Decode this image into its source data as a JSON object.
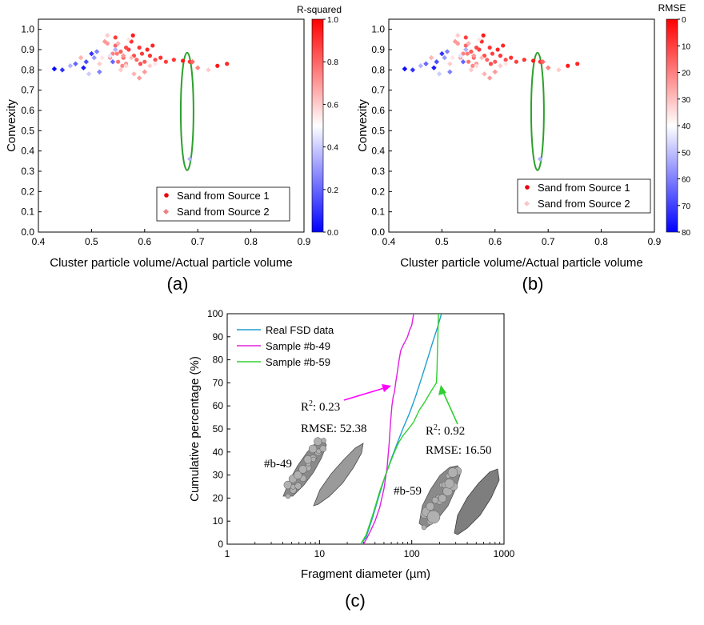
{
  "panels": [
    {
      "label": "(a)",
      "colorbar": {
        "title": "R-squared",
        "ticks": [
          "1.0",
          "0.8",
          "0.6",
          "0.4",
          "0.2",
          "0.0"
        ]
      },
      "legend": [
        "Sand from Source 1",
        "Sand from Source 2"
      ]
    },
    {
      "label": "(b)",
      "colorbar": {
        "title": "RMSE",
        "ticks": [
          "0",
          "10",
          "20",
          "30",
          "40",
          "50",
          "60",
          "70",
          "80"
        ]
      },
      "legend": [
        "Sand from Source 1",
        "Sand from Source 2"
      ]
    },
    {
      "label": "(c)",
      "annotations": {
        "a49_r2": "0.23",
        "a49_rmse": "RMSE: 52.38",
        "a59_r2": "0.92",
        "a59_rmse": "RMSE: 16.50",
        "r2_prefix": "R",
        "inset49": "#b-49",
        "inset59": "#b-59"
      }
    }
  ],
  "chart_data": [
    {
      "type": "scatter",
      "xlabel": "Cluster particle volume/Actual particle volume",
      "ylabel": "Convexity",
      "xlim": [
        0.4,
        0.9
      ],
      "ylim": [
        0.0,
        1.05
      ],
      "xticks": [
        "0.4",
        "0.5",
        "0.6",
        "0.7",
        "0.8",
        "0.9"
      ],
      "yticks": [
        "0.0",
        "0.1",
        "0.2",
        "0.3",
        "0.4",
        "0.5",
        "0.6",
        "0.7",
        "0.8",
        "0.9",
        "1.0"
      ],
      "color_variable": "R-squared",
      "color_range": [
        0.0,
        1.0
      ],
      "highlight": {
        "shape": "ellipse",
        "color": "#2ca02c",
        "cx": 0.68,
        "cy": 0.595,
        "rx": 0.012,
        "ry": 0.29
      },
      "series": [
        {
          "name": "Sand from Source 1",
          "marker": "circle",
          "points": [
            [
              0.52,
              0.91,
              0.5
            ],
            [
              0.535,
              0.86,
              0.7
            ],
            [
              0.54,
              0.88,
              0.75
            ],
            [
              0.545,
              0.92,
              0.8
            ],
            [
              0.55,
              0.84,
              0.78
            ],
            [
              0.555,
              0.89,
              0.82
            ],
            [
              0.56,
              0.86,
              0.8
            ],
            [
              0.565,
              0.83,
              0.72
            ],
            [
              0.57,
              0.9,
              0.88
            ],
            [
              0.575,
              0.94,
              0.9
            ],
            [
              0.578,
              0.97,
              0.95
            ],
            [
              0.58,
              0.87,
              0.85
            ],
            [
              0.585,
              0.85,
              0.8
            ],
            [
              0.59,
              0.91,
              0.9
            ],
            [
              0.595,
              0.88,
              0.88
            ],
            [
              0.6,
              0.84,
              0.82
            ],
            [
              0.605,
              0.9,
              0.92
            ],
            [
              0.61,
              0.87,
              0.9
            ],
            [
              0.615,
              0.92,
              0.93
            ],
            [
              0.62,
              0.85,
              0.85
            ],
            [
              0.63,
              0.86,
              0.9
            ],
            [
              0.64,
              0.84,
              0.88
            ],
            [
              0.655,
              0.85,
              0.9
            ],
            [
              0.672,
              0.845,
              0.95
            ],
            [
              0.685,
              0.84,
              0.9
            ],
            [
              0.737,
              0.82,
              0.95
            ],
            [
              0.755,
              0.83,
              0.92
            ],
            [
              0.545,
              0.96,
              0.88
            ],
            [
              0.53,
              0.93,
              0.7
            ],
            [
              0.565,
              0.91,
              0.86
            ],
            [
              0.558,
              0.82,
              0.74
            ],
            [
              0.548,
              0.88,
              0.76
            ],
            [
              0.592,
              0.83,
              0.85
            ]
          ]
        },
        {
          "name": "Sand from Source 2",
          "marker": "diamond",
          "points": [
            [
              0.43,
              0.805,
              0.02
            ],
            [
              0.445,
              0.8,
              0.1
            ],
            [
              0.46,
              0.82,
              0.35
            ],
            [
              0.47,
              0.83,
              0.2
            ],
            [
              0.48,
              0.86,
              0.65
            ],
            [
              0.485,
              0.81,
              0.05
            ],
            [
              0.49,
              0.84,
              0.15
            ],
            [
              0.495,
              0.78,
              0.4
            ],
            [
              0.5,
              0.88,
              0.1
            ],
            [
              0.505,
              0.86,
              0.3
            ],
            [
              0.51,
              0.89,
              0.25
            ],
            [
              0.515,
              0.83,
              0.6
            ],
            [
              0.52,
              0.86,
              0.55
            ],
            [
              0.525,
              0.94,
              0.7
            ],
            [
              0.53,
              0.97,
              0.6
            ],
            [
              0.535,
              0.87,
              0.45
            ],
            [
              0.54,
              0.84,
              0.2
            ],
            [
              0.545,
              0.9,
              0.35
            ],
            [
              0.55,
              0.93,
              0.65
            ],
            [
              0.555,
              0.8,
              0.6
            ],
            [
              0.56,
              0.87,
              0.7
            ],
            [
              0.57,
              0.95,
              0.55
            ],
            [
              0.58,
              0.78,
              0.65
            ],
            [
              0.6,
              0.79,
              0.7
            ],
            [
              0.61,
              0.82,
              0.6
            ],
            [
              0.62,
              0.83,
              0.55
            ],
            [
              0.685,
              0.36,
              0.35
            ],
            [
              0.69,
              0.84,
              0.8
            ],
            [
              0.7,
              0.81,
              0.75
            ],
            [
              0.72,
              0.8,
              0.6
            ],
            [
              0.565,
              0.82,
              0.58
            ],
            [
              0.515,
              0.79,
              0.25
            ],
            [
              0.575,
              0.86,
              0.62
            ],
            [
              0.59,
              0.76,
              0.7
            ]
          ]
        }
      ]
    },
    {
      "type": "scatter",
      "xlabel": "Cluster particle volume/Actual particle volume",
      "ylabel": "Convexity",
      "xlim": [
        0.4,
        0.9
      ],
      "ylim": [
        0.0,
        1.05
      ],
      "xticks": [
        "0.4",
        "0.5",
        "0.6",
        "0.7",
        "0.8",
        "0.9"
      ],
      "yticks": [
        "0.0",
        "0.1",
        "0.2",
        "0.3",
        "0.4",
        "0.5",
        "0.6",
        "0.7",
        "0.8",
        "0.9",
        "1.0"
      ],
      "color_variable": "RMSE",
      "color_range": [
        0,
        80
      ],
      "highlight": {
        "shape": "ellipse",
        "color": "#2ca02c",
        "cx": 0.68,
        "cy": 0.595,
        "rx": 0.012,
        "ry": 0.29
      },
      "series": [
        {
          "name": "Sand from Source 1",
          "marker": "circle",
          "points": [
            [
              0.52,
              0.91,
              40
            ],
            [
              0.535,
              0.86,
              25
            ],
            [
              0.54,
              0.88,
              20
            ],
            [
              0.545,
              0.92,
              16
            ],
            [
              0.55,
              0.84,
              18
            ],
            [
              0.555,
              0.89,
              14
            ],
            [
              0.56,
              0.86,
              16
            ],
            [
              0.565,
              0.83,
              22
            ],
            [
              0.57,
              0.9,
              10
            ],
            [
              0.575,
              0.94,
              8
            ],
            [
              0.578,
              0.97,
              4
            ],
            [
              0.58,
              0.87,
              12
            ],
            [
              0.585,
              0.85,
              16
            ],
            [
              0.59,
              0.91,
              8
            ],
            [
              0.595,
              0.88,
              10
            ],
            [
              0.6,
              0.84,
              14
            ],
            [
              0.605,
              0.9,
              6
            ],
            [
              0.61,
              0.87,
              8
            ],
            [
              0.615,
              0.92,
              6
            ],
            [
              0.62,
              0.85,
              12
            ],
            [
              0.63,
              0.86,
              8
            ],
            [
              0.64,
              0.84,
              10
            ],
            [
              0.655,
              0.85,
              8
            ],
            [
              0.672,
              0.845,
              4
            ],
            [
              0.685,
              0.84,
              8
            ],
            [
              0.737,
              0.82,
              4
            ],
            [
              0.755,
              0.83,
              6
            ],
            [
              0.545,
              0.96,
              10
            ],
            [
              0.53,
              0.93,
              24
            ],
            [
              0.565,
              0.91,
              11
            ],
            [
              0.558,
              0.82,
              21
            ],
            [
              0.548,
              0.88,
              19
            ],
            [
              0.592,
              0.83,
              12
            ]
          ]
        },
        {
          "name": "Sand from Source 2",
          "marker": "diamond",
          "points": [
            [
              0.43,
              0.805,
              78
            ],
            [
              0.445,
              0.8,
              72
            ],
            [
              0.46,
              0.82,
              52
            ],
            [
              0.47,
              0.83,
              64
            ],
            [
              0.48,
              0.86,
              28
            ],
            [
              0.485,
              0.81,
              76
            ],
            [
              0.49,
              0.84,
              68
            ],
            [
              0.495,
              0.78,
              48
            ],
            [
              0.5,
              0.88,
              72
            ],
            [
              0.505,
              0.86,
              56
            ],
            [
              0.51,
              0.89,
              60
            ],
            [
              0.515,
              0.83,
              32
            ],
            [
              0.52,
              0.86,
              36
            ],
            [
              0.525,
              0.94,
              24
            ],
            [
              0.53,
              0.97,
              32
            ],
            [
              0.535,
              0.87,
              44
            ],
            [
              0.54,
              0.84,
              64
            ],
            [
              0.545,
              0.9,
              52
            ],
            [
              0.55,
              0.93,
              28
            ],
            [
              0.555,
              0.8,
              32
            ],
            [
              0.56,
              0.87,
              24
            ],
            [
              0.57,
              0.95,
              36
            ],
            [
              0.58,
              0.78,
              28
            ],
            [
              0.6,
              0.79,
              24
            ],
            [
              0.61,
              0.82,
              32
            ],
            [
              0.62,
              0.83,
              36
            ],
            [
              0.685,
              0.36,
              52
            ],
            [
              0.69,
              0.84,
              16
            ],
            [
              0.7,
              0.81,
              20
            ],
            [
              0.72,
              0.8,
              32
            ],
            [
              0.565,
              0.82,
              34
            ],
            [
              0.515,
              0.79,
              60
            ],
            [
              0.575,
              0.86,
              30
            ],
            [
              0.59,
              0.76,
              24
            ]
          ]
        }
      ]
    },
    {
      "type": "line",
      "xlabel": "Fragment diameter (µm)",
      "ylabel": "Cumulative percentage (%)",
      "xscale": "log",
      "xlim": [
        1,
        1000
      ],
      "ylim": [
        0,
        100
      ],
      "xticks": [
        "1",
        "10",
        "100",
        "1000"
      ],
      "yticks": [
        "0",
        "10",
        "20",
        "30",
        "40",
        "50",
        "60",
        "70",
        "80",
        "90",
        "100"
      ],
      "series": [
        {
          "name": "Real FSD data",
          "color": "#1f9fd0",
          "points": [
            [
              28,
              0
            ],
            [
              32,
              3
            ],
            [
              38,
              12
            ],
            [
              45,
              22
            ],
            [
              52,
              30
            ],
            [
              60,
              37
            ],
            [
              70,
              44
            ],
            [
              80,
              50
            ],
            [
              95,
              57
            ],
            [
              110,
              64
            ],
            [
              130,
              73
            ],
            [
              150,
              81
            ],
            [
              170,
              88
            ],
            [
              190,
              94
            ],
            [
              210,
              100
            ]
          ]
        },
        {
          "name": "Sample #b-49",
          "color": "#e020e0",
          "points": [
            [
              30,
              0
            ],
            [
              33,
              3
            ],
            [
              36,
              6
            ],
            [
              40,
              10
            ],
            [
              45,
              16
            ],
            [
              50,
              24
            ],
            [
              54,
              33
            ],
            [
              57,
              44
            ],
            [
              59,
              53
            ],
            [
              61,
              60
            ],
            [
              63,
              64
            ],
            [
              65,
              66
            ],
            [
              67,
              70
            ],
            [
              70,
              75
            ],
            [
              73,
              80
            ],
            [
              76,
              84
            ],
            [
              80,
              86
            ],
            [
              85,
              88
            ],
            [
              90,
              90
            ],
            [
              95,
              93
            ],
            [
              100,
              95
            ],
            [
              103,
              98
            ],
            [
              105,
              100
            ]
          ]
        },
        {
          "name": "Sample #b-59",
          "color": "#30d030",
          "points": [
            [
              28,
              0
            ],
            [
              32,
              4
            ],
            [
              38,
              13
            ],
            [
              45,
              23
            ],
            [
              52,
              30
            ],
            [
              58,
              35
            ],
            [
              65,
              40
            ],
            [
              72,
              44
            ],
            [
              80,
              47
            ],
            [
              92,
              50
            ],
            [
              105,
              53
            ],
            [
              120,
              58
            ],
            [
              140,
              62
            ],
            [
              160,
              66
            ],
            [
              185,
              70
            ],
            [
              188,
              76
            ],
            [
              190,
              84
            ],
            [
              192,
              90
            ],
            [
              195,
              100
            ]
          ]
        }
      ]
    }
  ]
}
